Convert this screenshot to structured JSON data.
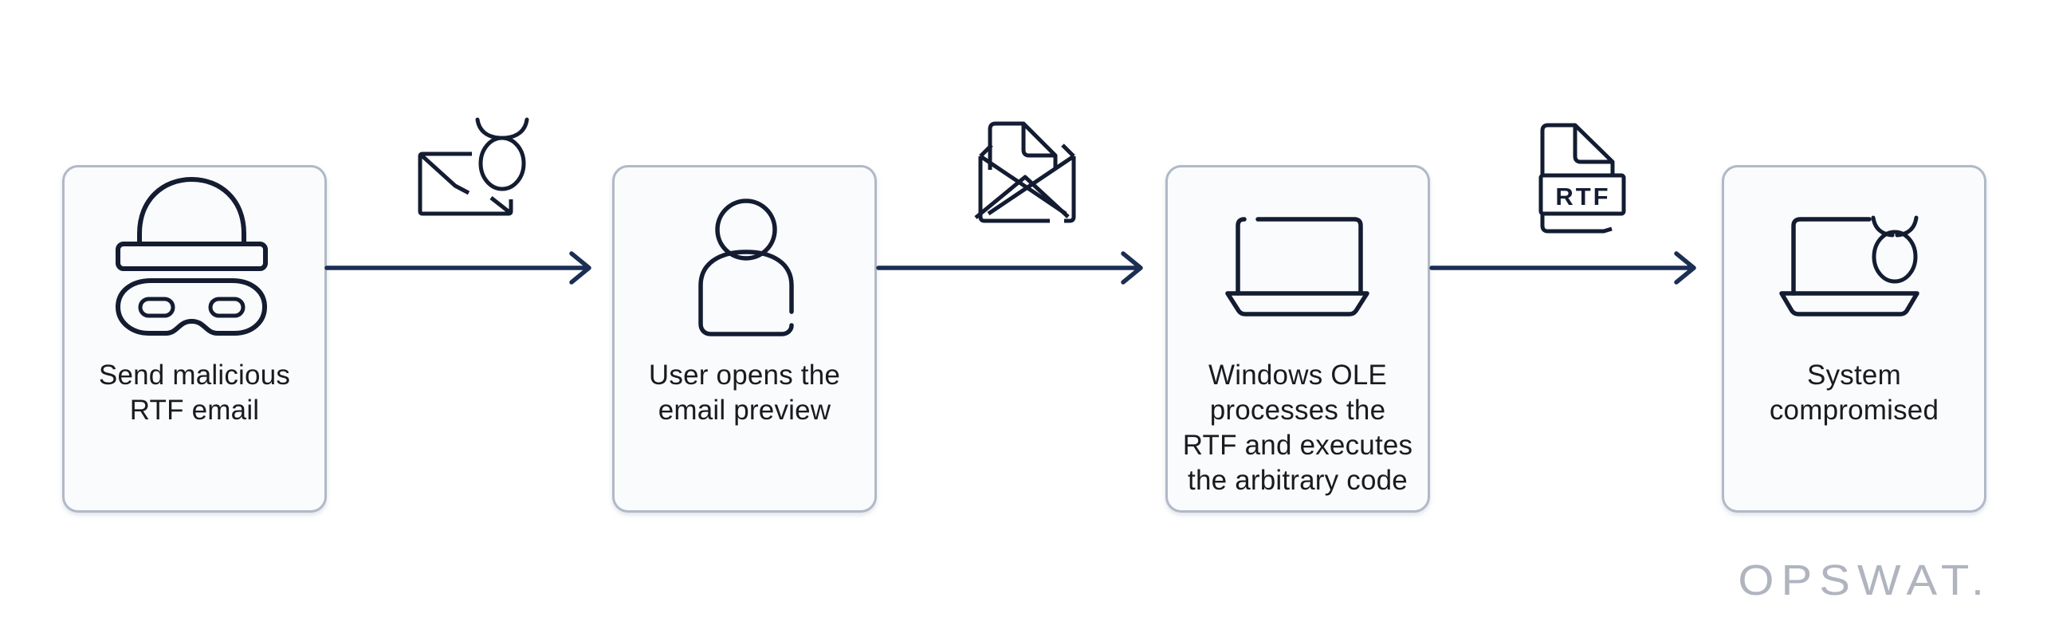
{
  "diagram": {
    "steps": [
      {
        "id": 1,
        "icon": "burglar-icon",
        "label": "Send malicious\nRTF email"
      },
      {
        "id": 2,
        "icon": "person-icon",
        "label": "User opens the\nemail preview"
      },
      {
        "id": 3,
        "icon": "laptop-icon",
        "label": "Windows OLE\nprocesses the\nRTF and executes\nthe arbitrary code"
      },
      {
        "id": 4,
        "icon": "compromised-laptop-icon",
        "label": "System\ncompromised"
      }
    ],
    "connectors": [
      {
        "icon": "malicious-email-icon"
      },
      {
        "icon": "open-email-document-icon"
      },
      {
        "icon": "rtf-file-icon",
        "file_label": "RTF"
      }
    ],
    "logo_text": "OPSWAT."
  },
  "colors": {
    "background": "#ffffff",
    "card_fill": "#fafbfd",
    "card_border": "#b1b9c7",
    "icon_stroke": "#131c31",
    "arrow": "#1b2e54",
    "text": "#1a1b1f",
    "logo": "#b0b4bf"
  }
}
